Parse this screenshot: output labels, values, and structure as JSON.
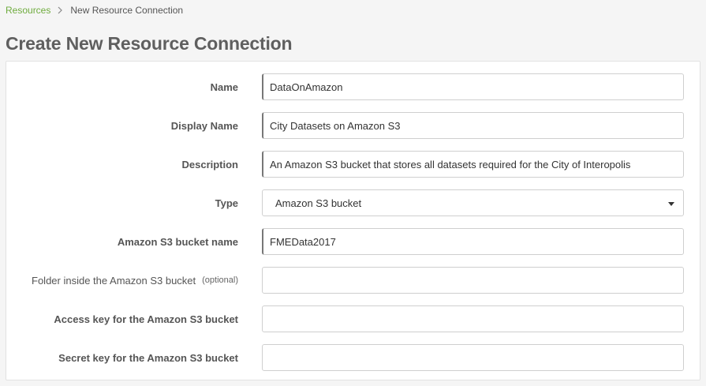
{
  "breadcrumb": {
    "root": "Resources",
    "current": "New Resource Connection"
  },
  "page": {
    "title": "Create New Resource Connection"
  },
  "form": {
    "name": {
      "label": "Name",
      "value": "DataOnAmazon"
    },
    "display_name": {
      "label": "Display Name",
      "value": "City Datasets on Amazon S3"
    },
    "description": {
      "label": "Description",
      "value": "An Amazon S3 bucket that stores all datasets required for the City of Interopolis"
    },
    "type": {
      "label": "Type",
      "selected": "Amazon S3 bucket"
    },
    "bucket_name": {
      "label": "Amazon S3 bucket name",
      "value": "FMEData2017"
    },
    "folder": {
      "label": "Folder inside the Amazon S3 bucket",
      "optional_tag": "(optional)",
      "value": ""
    },
    "access_key": {
      "label": "Access key for the Amazon S3 bucket",
      "value": ""
    },
    "secret_key": {
      "label": "Secret key for the Amazon S3 bucket",
      "value": ""
    }
  },
  "colors": {
    "link": "#6fac3e",
    "title": "#5f5f5f",
    "background": "#f5f5f5"
  }
}
